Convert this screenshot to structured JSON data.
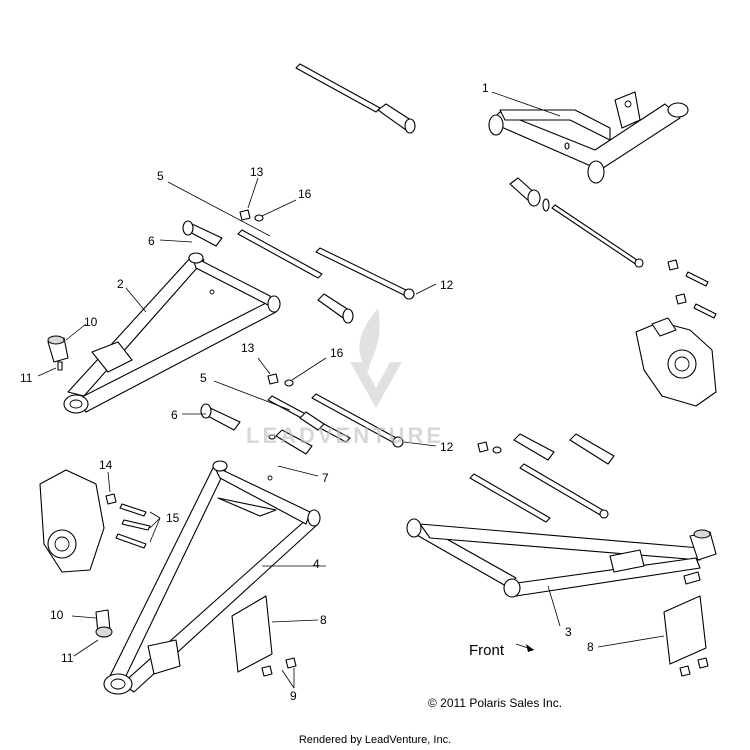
{
  "callouts": {
    "c1": "1",
    "c2": "2",
    "c3": "3",
    "c4": "4",
    "c5a": "5",
    "c5b": "5",
    "c6a": "6",
    "c6b": "6",
    "c7": "7",
    "c8a": "8",
    "c8b": "8",
    "c9": "9",
    "c10a": "10",
    "c10b": "10",
    "c11a": "11",
    "c11b": "11",
    "c12a": "12",
    "c12b": "12",
    "c13a": "13",
    "c13b": "13",
    "c14": "14",
    "c15": "15",
    "c16a": "16",
    "c16b": "16"
  },
  "front_label": "Front",
  "watermark": "LEADVENTURE",
  "copyright": "© 2011 Polaris Sales Inc.",
  "rendered_by": "Rendered by LeadVenture, Inc."
}
